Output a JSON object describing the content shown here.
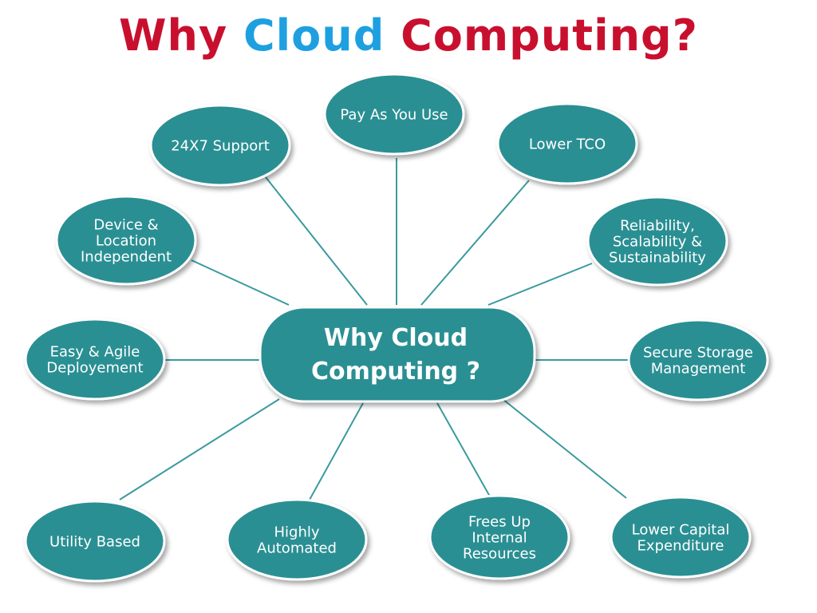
{
  "title": {
    "part1": "Why",
    "part2": "Cloud",
    "part3": "Computing?",
    "colors": {
      "part1": "#c8102e",
      "part2": "#1ea0e0",
      "part3": "#c8102e"
    }
  },
  "center": {
    "lines": [
      "Why Cloud",
      "Computing ?"
    ]
  },
  "colors": {
    "node_fill": "#2a8f93",
    "node_stroke": "#ffffff",
    "connector": "#3a9a9e"
  },
  "nodes": [
    {
      "id": "pay-as-you-use",
      "lines": [
        "Pay As You Use"
      ]
    },
    {
      "id": "lower-tco",
      "lines": [
        "Lower TCO"
      ]
    },
    {
      "id": "24x7-support",
      "lines": [
        "24X7 Support"
      ]
    },
    {
      "id": "device-location",
      "lines": [
        "Device &",
        "Location",
        "Independent"
      ]
    },
    {
      "id": "reliability",
      "lines": [
        "Reliability,",
        "Scalability &",
        "Sustainability"
      ]
    },
    {
      "id": "easy-agile",
      "lines": [
        "Easy & Agile",
        "Deployement"
      ]
    },
    {
      "id": "secure-storage",
      "lines": [
        "Secure Storage",
        "Management"
      ]
    },
    {
      "id": "utility-based",
      "lines": [
        "Utility Based"
      ]
    },
    {
      "id": "highly-automated",
      "lines": [
        "Highly",
        "Automated"
      ]
    },
    {
      "id": "frees-up",
      "lines": [
        "Frees Up",
        "Internal",
        "Resources"
      ]
    },
    {
      "id": "lower-capital",
      "lines": [
        "Lower Capital",
        "Expenditure"
      ]
    }
  ]
}
